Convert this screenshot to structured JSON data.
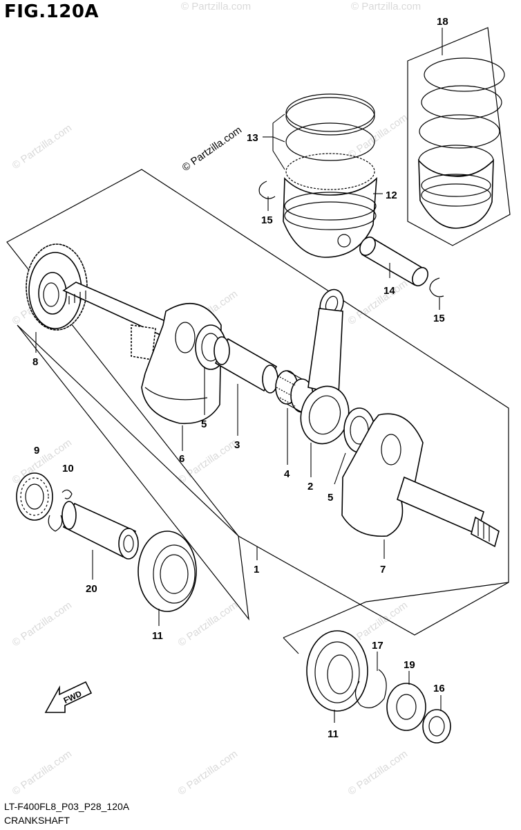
{
  "figure_title": "FIG.120A",
  "diagram_code": "LT-F400FL8_P03_P28_120A",
  "caption": "CRANKSHAFT",
  "fwd_label": "FWD",
  "watermark": "© Partzilla.com",
  "callouts": {
    "c1": "1",
    "c2": "2",
    "c3": "3",
    "c4": "4",
    "c5a": "5",
    "c5b": "5",
    "c6": "6",
    "c7": "7",
    "c8": "8",
    "c9": "9",
    "c10": "10",
    "c11a": "11",
    "c11b": "11",
    "c12": "12",
    "c13": "13",
    "c14": "14",
    "c15a": "15",
    "c15b": "15",
    "c16": "16",
    "c17": "17",
    "c18": "18",
    "c19": "19",
    "c20": "20"
  }
}
